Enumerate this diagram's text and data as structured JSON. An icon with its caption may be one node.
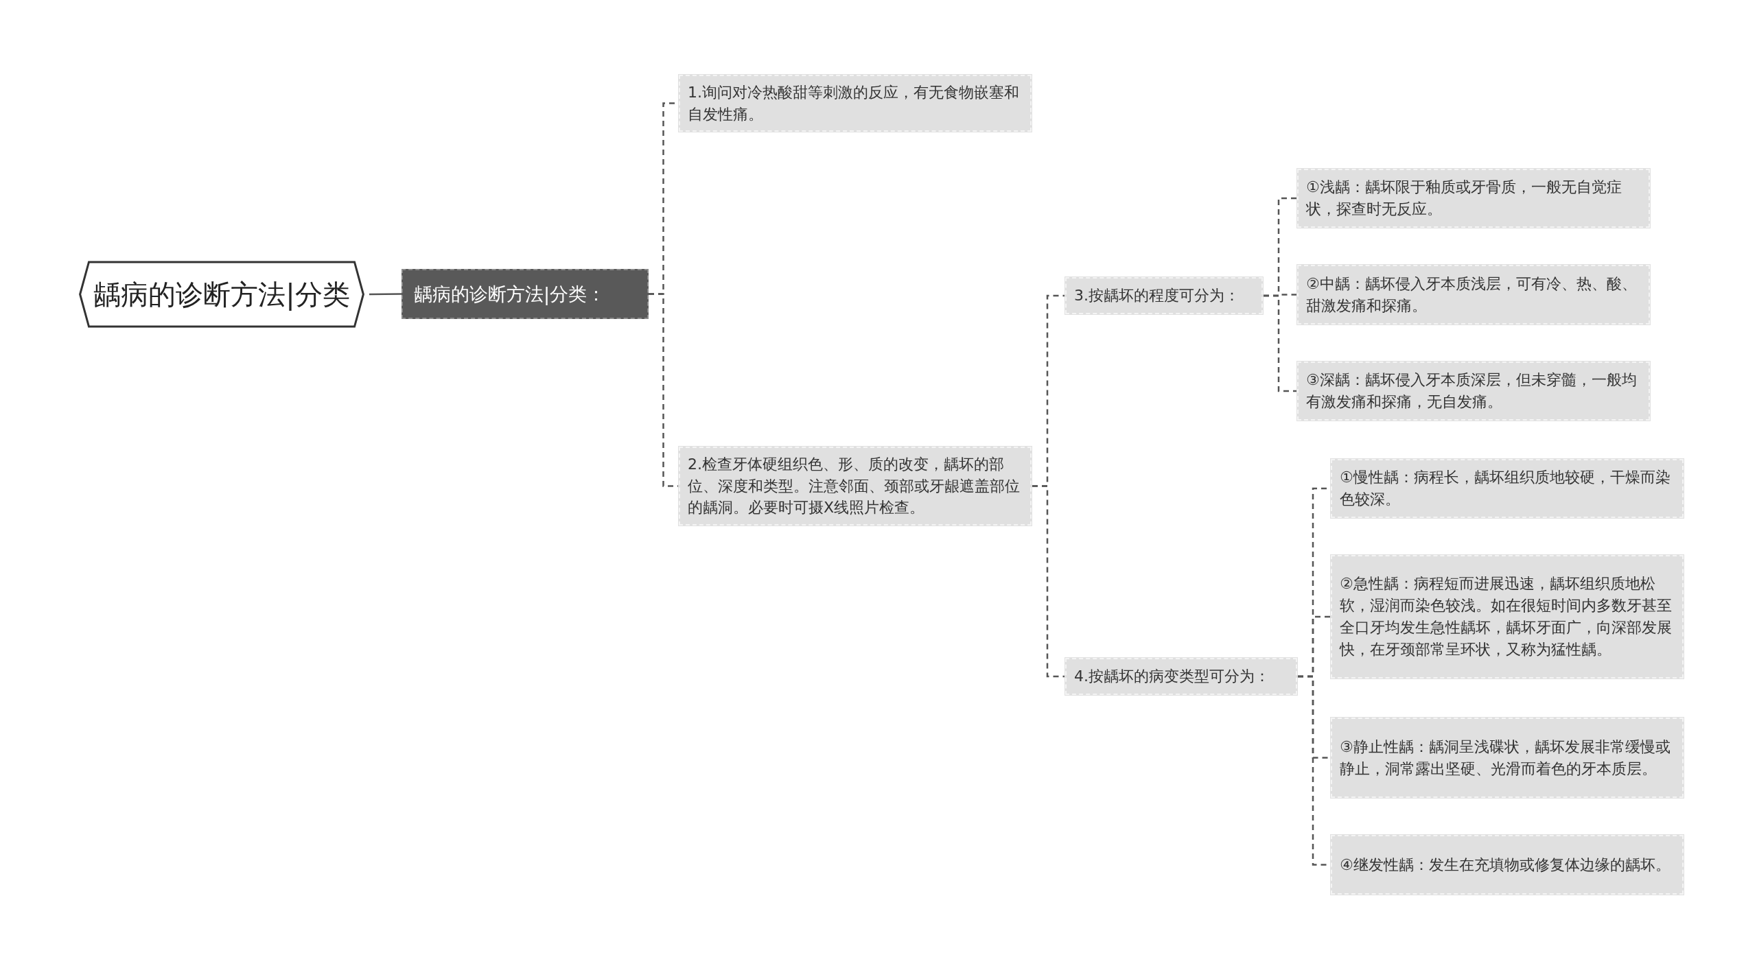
{
  "diagram": {
    "nodes": [
      {
        "text": [
          "龋病的诊断方法|分类"
        ]
      },
      {
        "text": [
          "龋病的诊断方法|分类："
        ]
      },
      {
        "text": [
          "1.询问对冷热酸甜等刺激的反应，有无食物嵌塞和自发性痛。"
        ]
      },
      {
        "text": [
          "2.检查牙体硬组织色、形、质的改变，龋坏的部位、深度和类型。注意邻面、颈部或牙龈遮盖部位的龋洞。必要时可摄X线照片检查。"
        ]
      },
      {
        "text": [
          "3.按龋坏的程度可分为："
        ]
      },
      {
        "text": [
          "4.按龋坏的病变类型可分为："
        ]
      },
      {
        "text": [
          "①浅龋：龋坏限于釉质或牙骨质，一般无自觉症状，探查时无反应。"
        ]
      },
      {
        "text": [
          "②中龋：龋坏侵入牙本质浅层，可有冷、热、酸、甜激发痛和探痛。"
        ]
      },
      {
        "text": [
          "③深龋：龋坏侵入牙本质深层，但未穿髓，一般均有激发痛和探痛，无自发痛。"
        ]
      },
      {
        "text": [
          "①慢性龋：病程长，龋坏组织质地较硬，干燥而染色较深。"
        ]
      },
      {
        "text": [
          "②急性龋：病程短而进展迅速，龋坏组织质地松软，湿润而染色较浅。如在很短时间内多数牙甚至全口牙均发生急性龋坏，龋坏牙面广，向深部发展快，在牙颈部常呈环状，又称为猛性龋。"
        ]
      },
      {
        "text": [
          "③静止性龋：龋洞呈浅碟状，龋坏发展非常缓慢或静止，洞常露出坚硬、光滑而着色的牙本质层。"
        ]
      },
      {
        "text": [
          "④继发性龋：发生在充填物或修复体边缘的龋坏。"
        ]
      }
    ],
    "edges": [
      {
        "from": 0,
        "to": 1,
        "arrow": "none"
      },
      {
        "from": 1,
        "to": 2,
        "arrow": "none",
        "style": "dashed"
      },
      {
        "from": 1,
        "to": 3,
        "arrow": "none",
        "style": "dashed"
      },
      {
        "from": 3,
        "to": 4,
        "arrow": "none",
        "style": "dashed"
      },
      {
        "from": 3,
        "to": 5,
        "arrow": "none",
        "style": "dashed"
      },
      {
        "from": 4,
        "to": 6,
        "arrow": "none",
        "style": "dashed"
      },
      {
        "from": 4,
        "to": 7,
        "arrow": "none",
        "style": "dashed"
      },
      {
        "from": 4,
        "to": 8,
        "arrow": "none",
        "style": "dashed"
      },
      {
        "from": 5,
        "to": 9,
        "arrow": "none",
        "style": "dashed"
      },
      {
        "from": 5,
        "to": 10,
        "arrow": "none",
        "style": "dashed"
      },
      {
        "from": 5,
        "to": 11,
        "arrow": "none",
        "style": "dashed"
      },
      {
        "from": 5,
        "to": 12,
        "arrow": "none",
        "style": "dashed"
      }
    ]
  }
}
